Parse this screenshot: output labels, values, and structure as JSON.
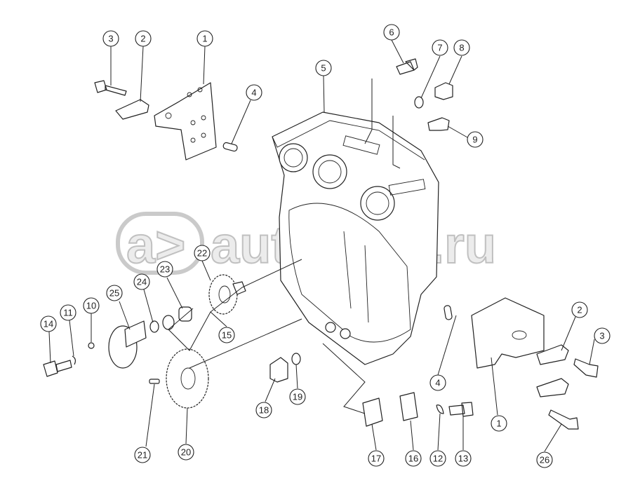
{
  "diagram": {
    "callouts": [
      "3",
      "2",
      "1",
      "4",
      "5",
      "6",
      "7",
      "8",
      "9",
      "22",
      "23",
      "24",
      "25",
      "10",
      "11",
      "14",
      "15",
      "2",
      "3",
      "4",
      "1",
      "18",
      "19",
      "21",
      "20",
      "17",
      "16",
      "12",
      "13",
      "26"
    ]
  },
  "watermark": {
    "logo_text": "a>",
    "text": "autopiter.ru"
  }
}
